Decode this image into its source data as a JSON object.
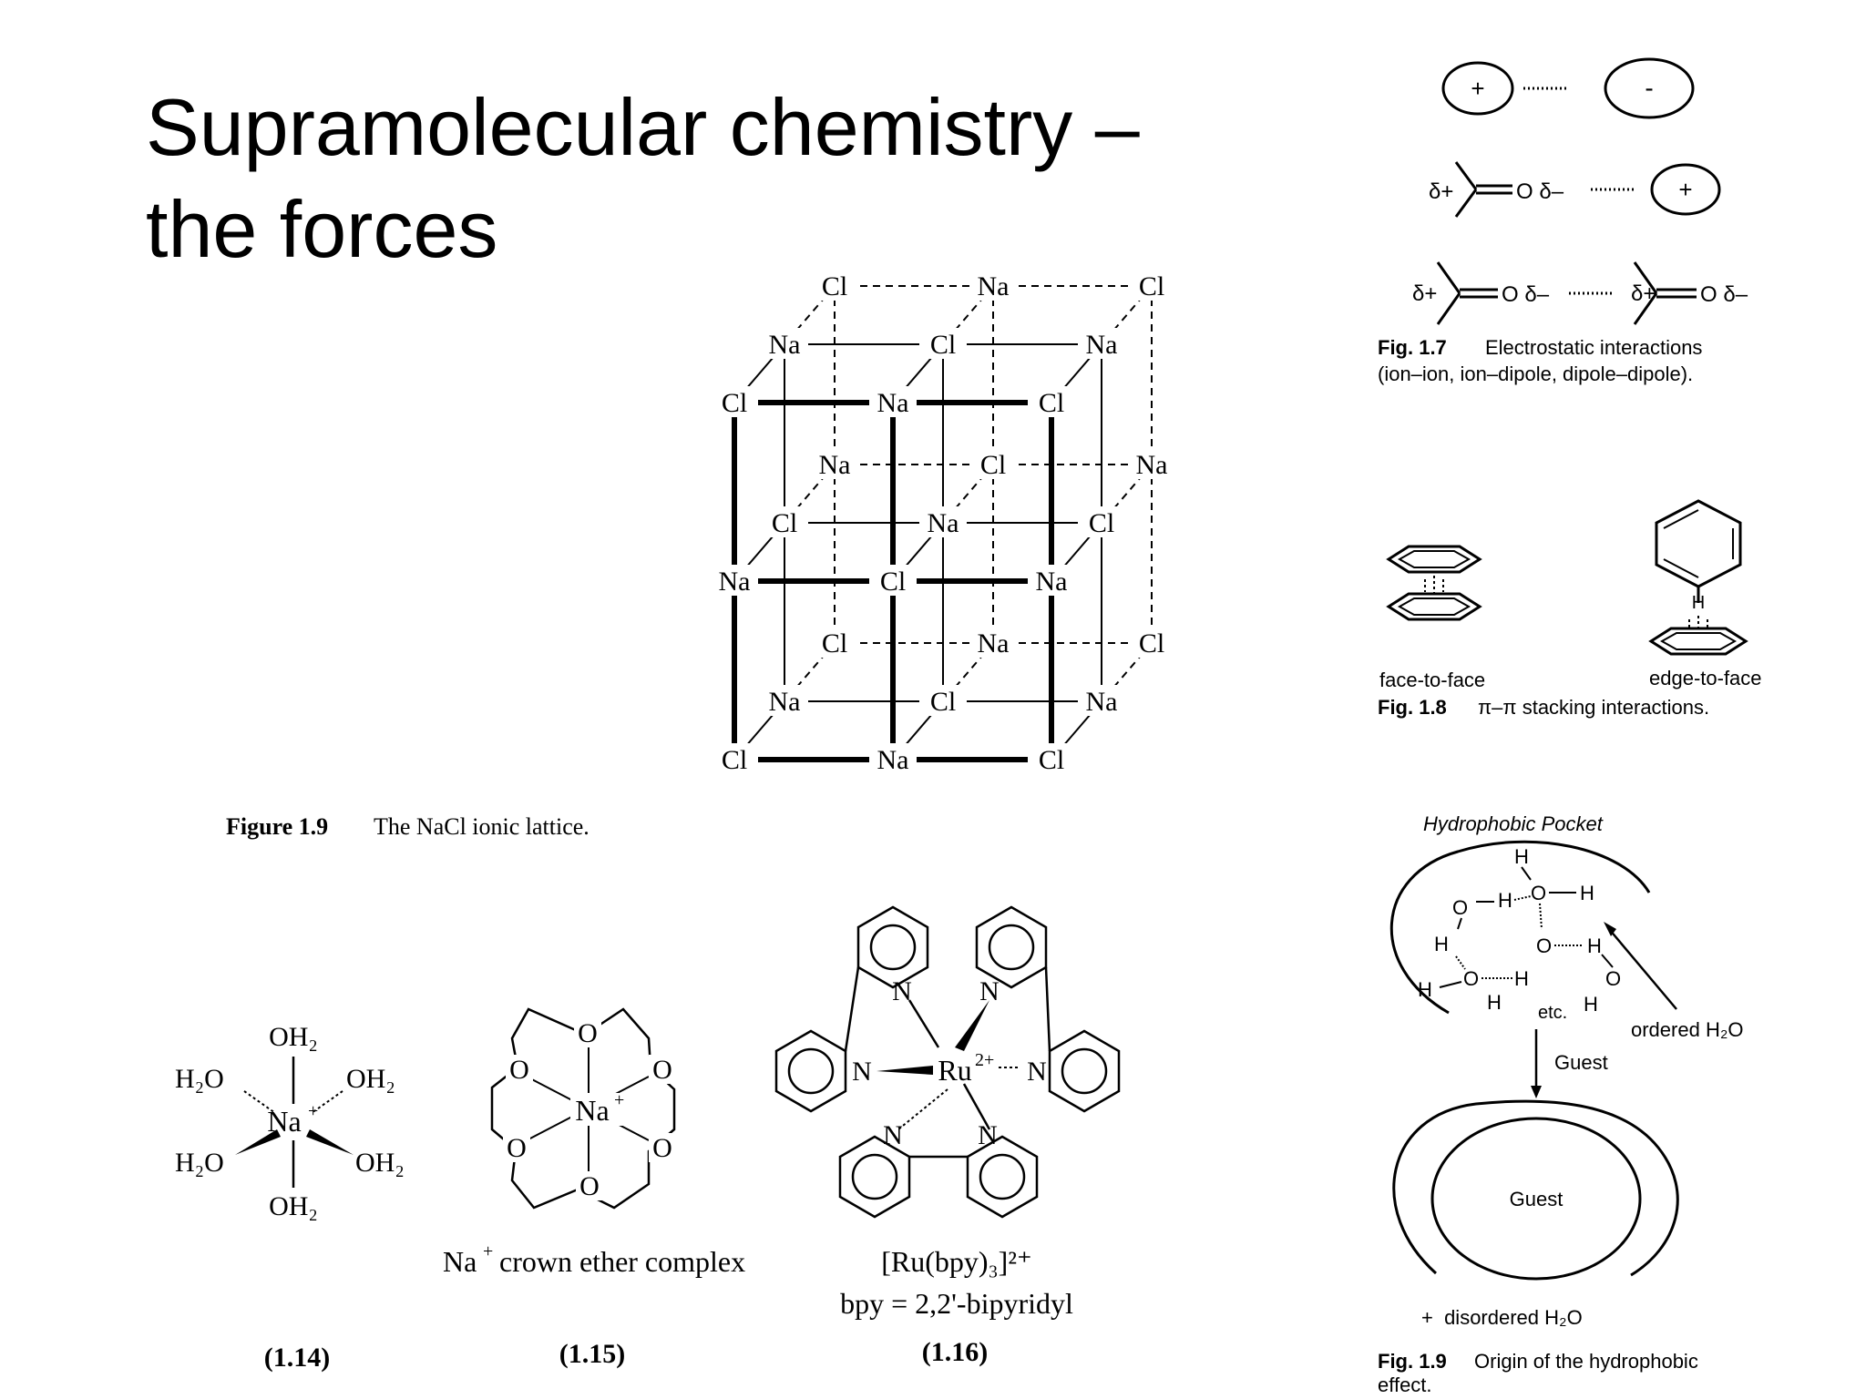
{
  "slide": {
    "title_line1": "Supramolecular chemistry –",
    "title_line2": "the forces"
  },
  "fig17": {
    "plus": "+",
    "minus": "-",
    "delta_plus": "δ+",
    "o_delta_minus": "O δ–",
    "caption_num": "Fig. 1.7",
    "caption_line1": "Electrostatic interactions",
    "caption_line2": "(ion–ion, ion–dipole, dipole–dipole)."
  },
  "fig18": {
    "face_label": "face-to-face",
    "edge_label": "edge-to-face",
    "h_label": "H",
    "caption_num": "Fig. 1.8",
    "caption_text": "π–π stacking interactions."
  },
  "fig19_lattice": {
    "na": "Na",
    "cl": "Cl",
    "caption_num": "Figure 1.9",
    "caption_text": "The NaCl ionic lattice."
  },
  "fig19_hydrophobic": {
    "pocket_label": "Hydrophobic Pocket",
    "etc_label": "etc.",
    "ordered_label": "ordered H₂O",
    "guest_arrow_label": "Guest",
    "guest_label": "Guest",
    "disordered_label": "+  disordered H₂O",
    "caption_num": "Fig. 1.9",
    "caption_line1": "Origin of the hydrophobic",
    "caption_line2": "effect."
  },
  "compounds": {
    "c114": {
      "oh2": "OH₂",
      "h2o": "H₂O",
      "na": "Na",
      "charge": "+",
      "number": "(1.14)"
    },
    "c115": {
      "o": "O",
      "na": "Na",
      "charge": "+",
      "label_na": "Na",
      "label_rest": " crown ether complex",
      "number": "(1.15)"
    },
    "c116": {
      "n": "N",
      "ru": "Ru",
      "charge": "2+",
      "formula": "[Ru(bpy)₃]²⁺",
      "bpy_line": "bpy = 2,2'-bipyridyl",
      "number": "(1.16)"
    }
  }
}
